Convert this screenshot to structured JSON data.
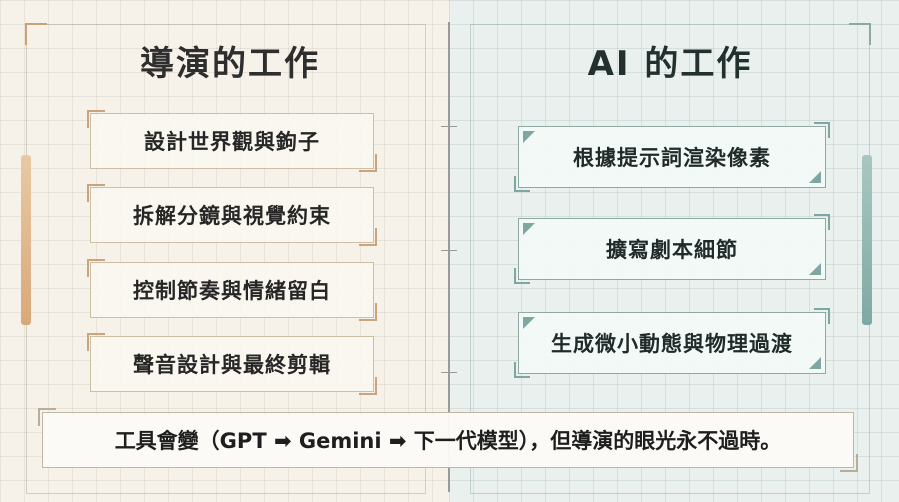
{
  "left": {
    "title": "導演的工作",
    "items": [
      "設計世界觀與鉤子",
      "拆解分鏡與視覺約束",
      "控制節奏與情緒留白",
      "聲音設計與最終剪輯"
    ]
  },
  "right": {
    "title": "AI 的工作",
    "items": [
      "根據提示詞渲染像素",
      "擴寫劇本細節",
      "生成微小動態與物理過渡"
    ]
  },
  "footer": {
    "text": "工具會變（GPT ➡ Gemini ➡ 下一代模型），但導演的眼光永不過時。"
  },
  "colors": {
    "left_accent": "#c9a47c",
    "right_accent": "#7fa6a0"
  }
}
